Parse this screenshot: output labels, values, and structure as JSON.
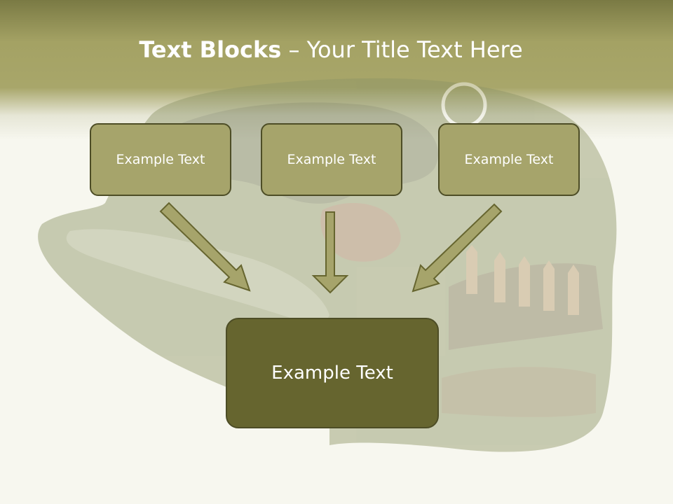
{
  "slide": {
    "title_bold": "Text Blocks",
    "title_dash": " – ",
    "title_rest": "Your Title Text Here"
  },
  "blocks": [
    {
      "label": "Example Text"
    },
    {
      "label": "Example Text"
    },
    {
      "label": "Example Text"
    }
  ],
  "main_block": {
    "label": "Example Text"
  },
  "colors": {
    "header": "#a8a66a",
    "block_fill": "#a6a46b",
    "main_fill": "#66652f",
    "border": "#4d4d26",
    "arrow": "#a6a46b"
  },
  "background_image": "helmet-with-bullets-image"
}
